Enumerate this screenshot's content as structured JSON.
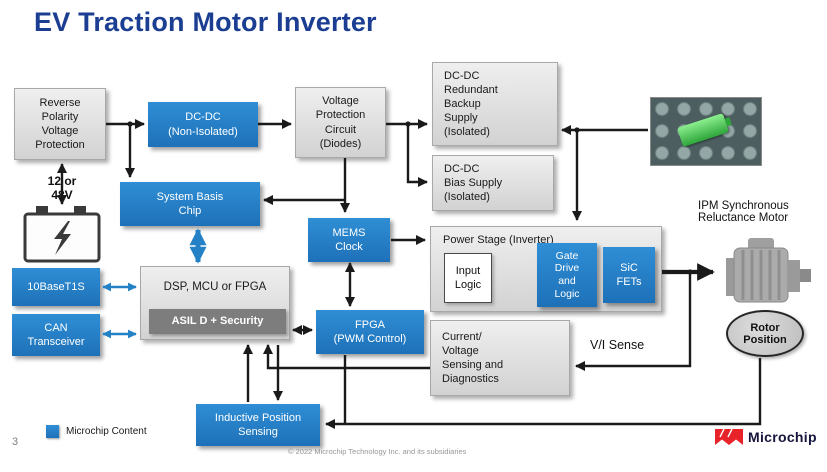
{
  "slide": {
    "title": "EV Traction Motor Inverter",
    "page_number": "3",
    "copyright": "© 2022 Microchip Technology Inc. and its subsidiaries",
    "legend_label": "Microchip Content",
    "logo_text": "Microchip"
  },
  "blocks": {
    "reverse_polarity": "Reverse\nPolarity\nVoltage\nProtection",
    "dcdc_non_isolated": "DC-DC\n(Non-Isolated)",
    "voltage_protection": "Voltage\nProtection\nCircuit\n(Diodes)",
    "dcdc_redundant_backup": "DC-DC\nRedundant\nBackup\nSupply\n(Isolated)",
    "dcdc_bias_supply": "DC-DC\nBias Supply\n(Isolated)",
    "system_basis_chip": "System Basis\nChip",
    "mems_clock": "MEMS\nClock",
    "power_stage": "Power Stage (Inverter)",
    "input_logic": "Input\nLogic",
    "gate_drive_logic": "Gate\nDrive\nand\nLogic",
    "sic_fets": "SiC\nFETs",
    "dsp_mcu_fpga": "DSP, MCU or FPGA",
    "asil_security": "ASIL D + Security",
    "base_t1s": "10BaseT1S",
    "can_transceiver": "CAN\nTransceiver",
    "fpga_pwm": "FPGA\n(PWM Control)",
    "current_voltage_sensing": "Current/\nVoltage\nSensing and\nDiagnostics",
    "inductive_position_sensing": "Inductive Position\nSensing",
    "rotor_position": "Rotor\nPosition"
  },
  "labels": {
    "battery_voltage": "12 or\n48V",
    "motor_name": "IPM Synchronous\nReluctance Motor",
    "vi_sense": "V/I Sense"
  },
  "colors": {
    "microchip_blue": "#2581c5",
    "block_gray": "#d9d9d9",
    "title_blue": "#1b3e92",
    "asil_gray": "#7d7d7d",
    "logo_red": "#e8242a"
  }
}
